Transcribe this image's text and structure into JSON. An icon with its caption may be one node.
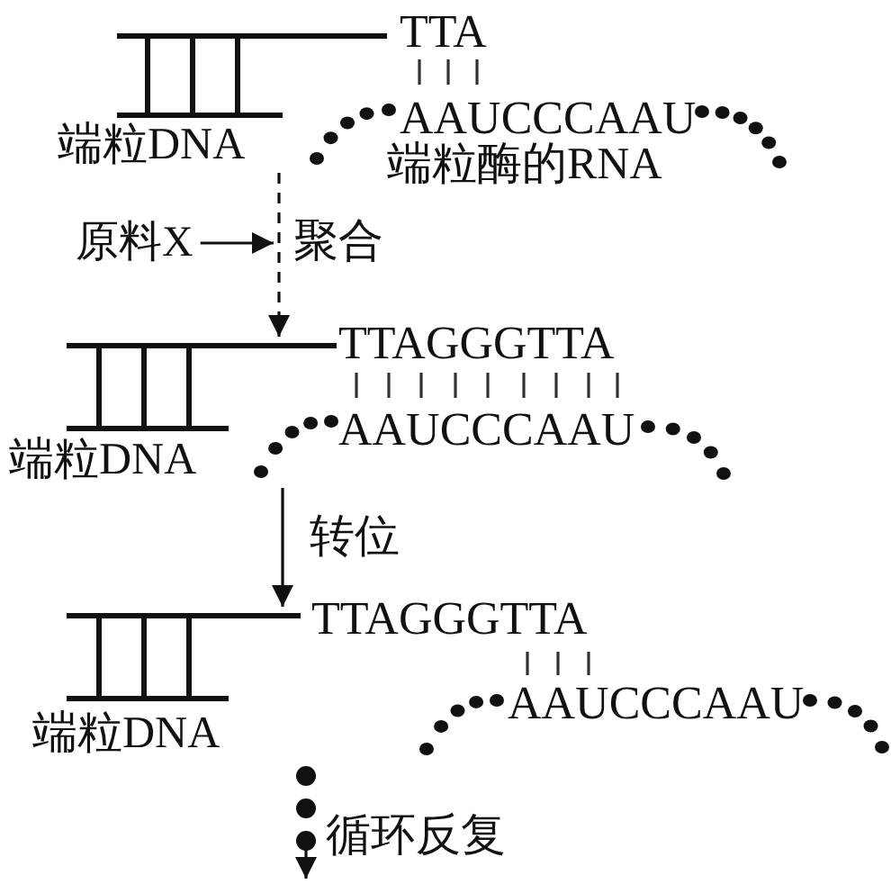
{
  "diagram": {
    "nodes": [
      {
        "text": [
          "端粒DNA"
        ]
      },
      {
        "text": [
          "原料X"
        ]
      },
      {
        "text": [
          "端粒DNA"
        ]
      },
      {
        "text": [
          "端粒DNA"
        ]
      }
    ],
    "edges": [
      {
        "from": 0,
        "to": 2,
        "arrow": "to",
        "style": "dashed",
        "label": "聚合"
      },
      {
        "from": 1,
        "to": null,
        "arrow": "to"
      },
      {
        "from": 2,
        "to": 3,
        "arrow": "to",
        "label": "转位"
      },
      {
        "from": 3,
        "to": null,
        "arrow": "to",
        "style": "dashed",
        "label": "循环反复"
      }
    ],
    "labels": [
      "TTA",
      "AAUCCCAAU",
      "端粒酶的RNA",
      "TTAGGGTTA",
      "AAUCCCAAU",
      "TTAGGGTTA",
      "AAUCCCAAU"
    ]
  }
}
